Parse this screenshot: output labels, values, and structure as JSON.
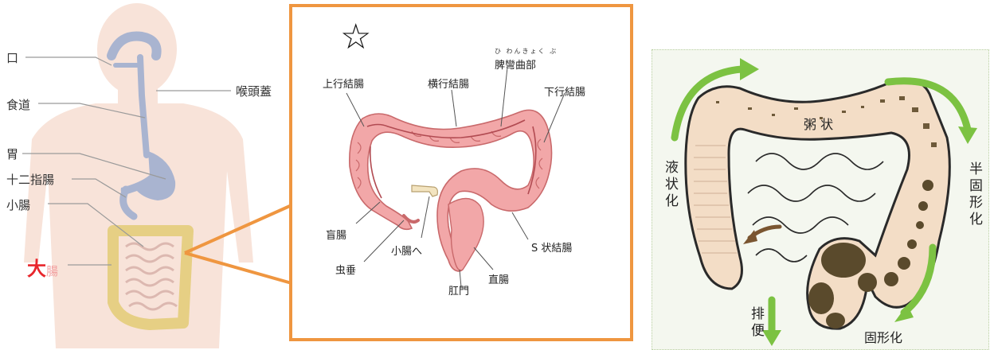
{
  "left": {
    "labels": {
      "mouth": "口",
      "epiglottis": "喉頭蓋",
      "esophagus": "食道",
      "stomach": "胃",
      "duodenum": "十二指腸",
      "small_intestine": "小腸",
      "large_intestine_big": "大",
      "large_intestine_rest": "腸"
    }
  },
  "middle": {
    "star": "☆",
    "labels": {
      "ascending_colon": "上行結腸",
      "transverse_colon": "横行結腸",
      "splenic_flexure": "脾彎曲部",
      "splenic_flexure_ruby": "ひ わんきょく ぶ",
      "descending_colon": "下行結腸",
      "cecum": "盲腸",
      "appendix": "虫垂",
      "to_small_intestine": "小腸へ",
      "anus": "肛門",
      "rectum": "直腸",
      "sigmoid_colon": "S 状結腸"
    }
  },
  "right": {
    "labels": {
      "mushy": "粥 状",
      "liquid": "液状化",
      "semi_solid": "半固形化",
      "solid": "固形化",
      "excretion": "排便"
    }
  },
  "colors": {
    "orange_frame": "#ef9640",
    "colon_pink": "#f2a7a8",
    "colon_stroke": "#c9696b",
    "body_silhouette": "#f8e3d9",
    "digestive_blue": "#a9b4d0",
    "large_intestine_yellow": "#e6cf84",
    "green_arrow": "#7cc242",
    "stool_brown": "#5a4a2c",
    "highlight_red": "#e8262c"
  }
}
